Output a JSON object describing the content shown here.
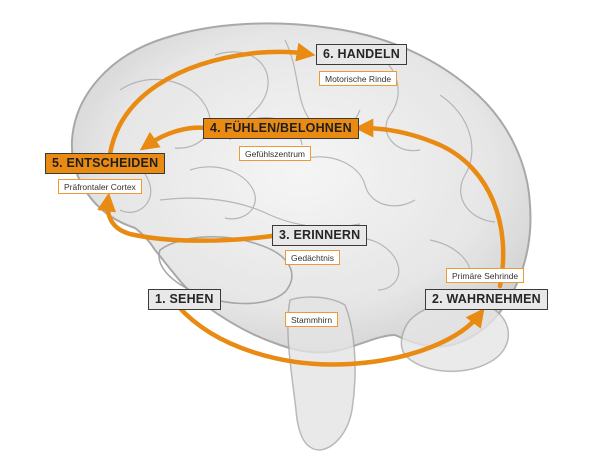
{
  "colors": {
    "accent": "#e98a12",
    "step_box": "#e8e8e8",
    "step_border": "#3a3a3a",
    "region_border": "#ec9a35",
    "brain_outline": "#9a9a9a"
  },
  "steps": [
    {
      "id": "handeln",
      "label": "6. HANDELN",
      "highlight": false
    },
    {
      "id": "fuehlen",
      "label": "4. FÜHLEN/BELOHNEN",
      "highlight": true
    },
    {
      "id": "entscheiden",
      "label": "5. ENTSCHEIDEN",
      "highlight": true
    },
    {
      "id": "erinnern",
      "label": "3. ERINNERN",
      "highlight": false
    },
    {
      "id": "sehen",
      "label": "1. SEHEN",
      "highlight": false
    },
    {
      "id": "wahrnehmen",
      "label": "2. WAHRNEHMEN",
      "highlight": false
    }
  ],
  "regions": [
    {
      "id": "motorische-rinde",
      "label": "Motorische Rinde"
    },
    {
      "id": "gefuehlszentrum",
      "label": "Gefühlszentrum"
    },
    {
      "id": "praefrontaler-cortex",
      "label": "Präfrontaler Cortex"
    },
    {
      "id": "gedaechtnis",
      "label": "Gedächtnis"
    },
    {
      "id": "primaere-sehrinde",
      "label": "Primäre Sehrinde"
    },
    {
      "id": "stammhirn",
      "label": "Stammhirn"
    }
  ]
}
